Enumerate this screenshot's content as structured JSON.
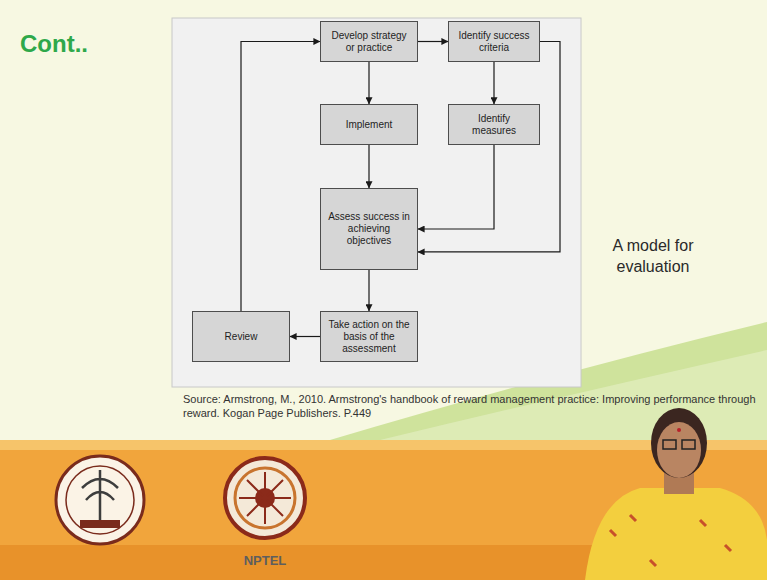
{
  "diagram": {
    "title": "Cont..",
    "nodes": [
      {
        "text": [
          "Develop strategy or practice"
        ]
      },
      {
        "text": [
          "Identify success criteria"
        ]
      },
      {
        "text": [
          "Implement"
        ]
      },
      {
        "text": [
          "Identify measures"
        ]
      },
      {
        "text": [
          "Assess success in achieving objectives"
        ]
      },
      {
        "text": [
          "Take action on the basis of the assessment"
        ]
      },
      {
        "text": [
          "Review"
        ]
      }
    ],
    "edges": [
      {
        "from": 0,
        "to": 1,
        "arrow": "to"
      },
      {
        "from": 0,
        "to": 2,
        "arrow": "to"
      },
      {
        "from": 1,
        "to": 3,
        "arrow": "to"
      },
      {
        "from": 2,
        "to": 4,
        "arrow": "to"
      },
      {
        "from": 3,
        "to": 4,
        "arrow": "to"
      },
      {
        "from": 1,
        "to": 4,
        "arrow": "to"
      },
      {
        "from": 4,
        "to": 5,
        "arrow": "to"
      },
      {
        "from": 5,
        "to": 6,
        "arrow": "to"
      },
      {
        "from": 6,
        "to": 0,
        "arrow": "to"
      }
    ],
    "labels": [
      "A model for evaluation",
      "Source: Armstrong, M., 2010. Armstrong's handbook of reward management practice: Improving performance through reward. Kogan Page Publishers. P.449",
      "NPTEL"
    ]
  }
}
